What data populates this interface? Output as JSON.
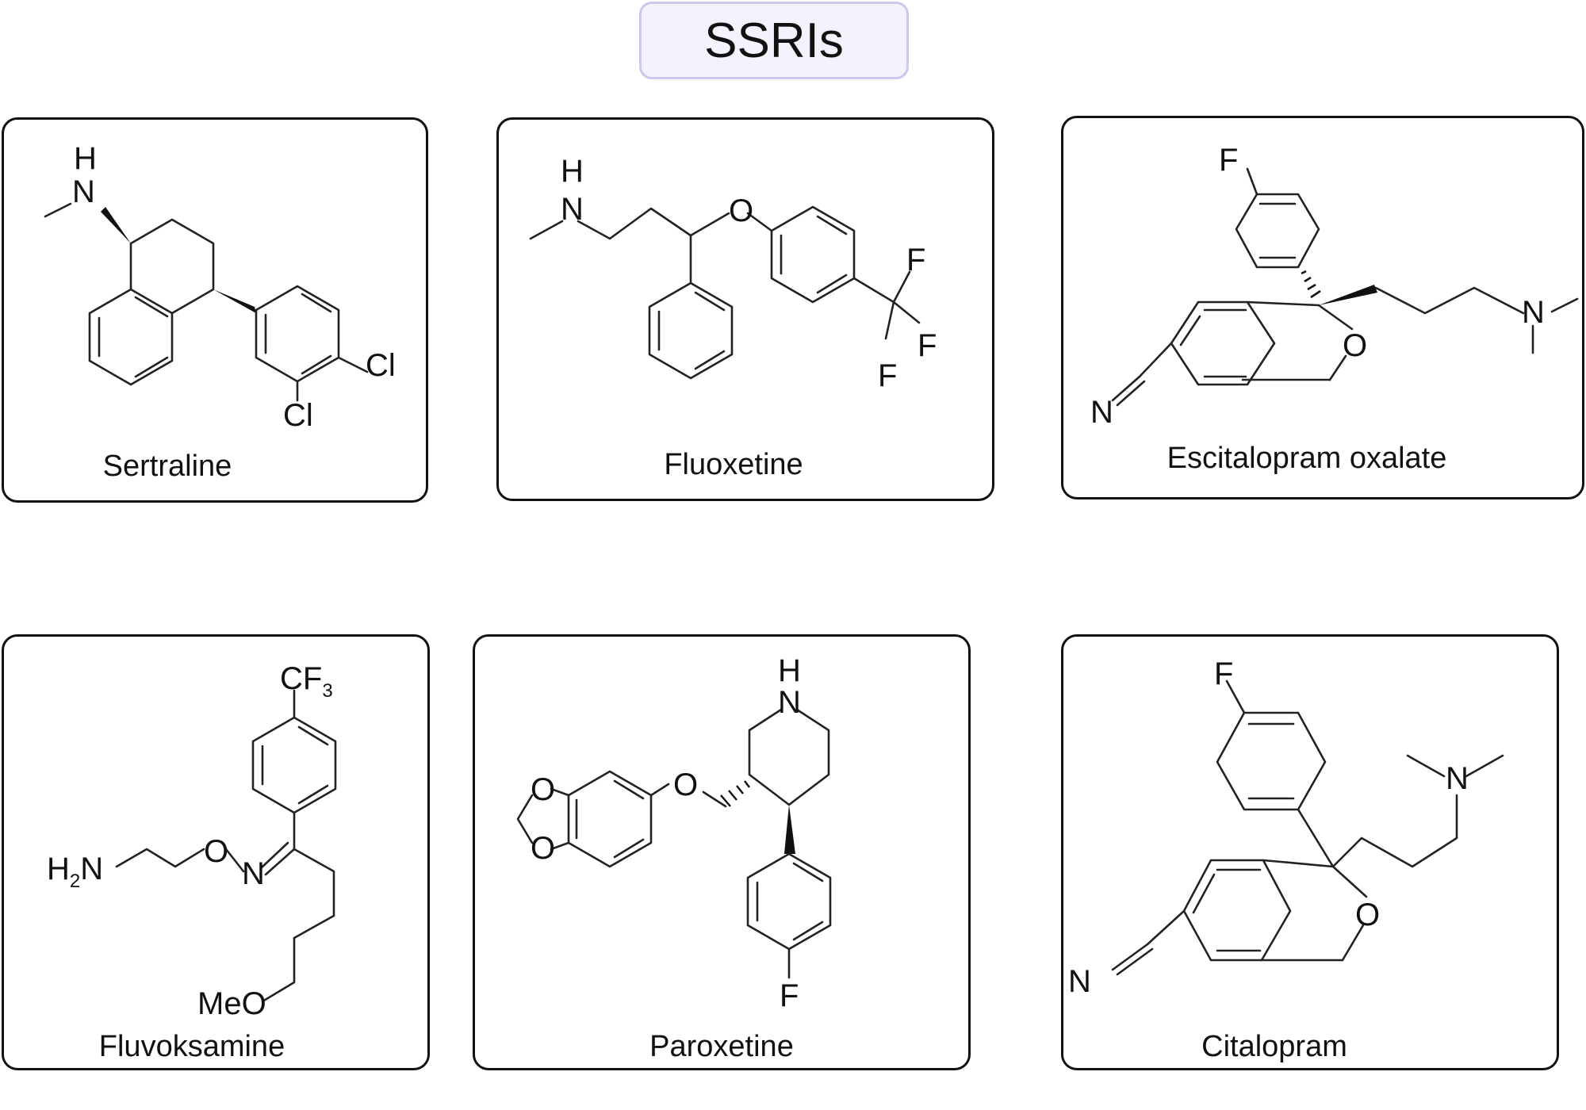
{
  "title": "SSRIs",
  "drugs": [
    {
      "name": "Sertraline",
      "atoms": {
        "h": "H",
        "n": "N",
        "cl1": "Cl",
        "cl2": "Cl"
      }
    },
    {
      "name": "Fluoxetine",
      "atoms": {
        "h": "H",
        "n": "N",
        "o": "O",
        "f1": "F",
        "f2": "F",
        "f3": "F"
      }
    },
    {
      "name": "Escitalopram oxalate",
      "atoms": {
        "f": "F",
        "n_amine": "N",
        "o": "O",
        "n_nitrile": "N"
      }
    },
    {
      "name": "Fluvoksamine",
      "atoms": {
        "cf3_cf": "CF",
        "cf3_sub": "3",
        "h2n_h": "H",
        "h2n_sub": "2",
        "h2n_n": "N",
        "o": "O",
        "n": "N",
        "meo": "MeO"
      }
    },
    {
      "name": "Paroxetine",
      "atoms": {
        "h": "H",
        "n": "N",
        "o1": "O",
        "o2": "O",
        "o3": "O",
        "f": "F"
      }
    },
    {
      "name": "Citalopram",
      "atoms": {
        "f": "F",
        "n_amine": "N",
        "o": "O",
        "n_nitrile": "N"
      }
    }
  ]
}
